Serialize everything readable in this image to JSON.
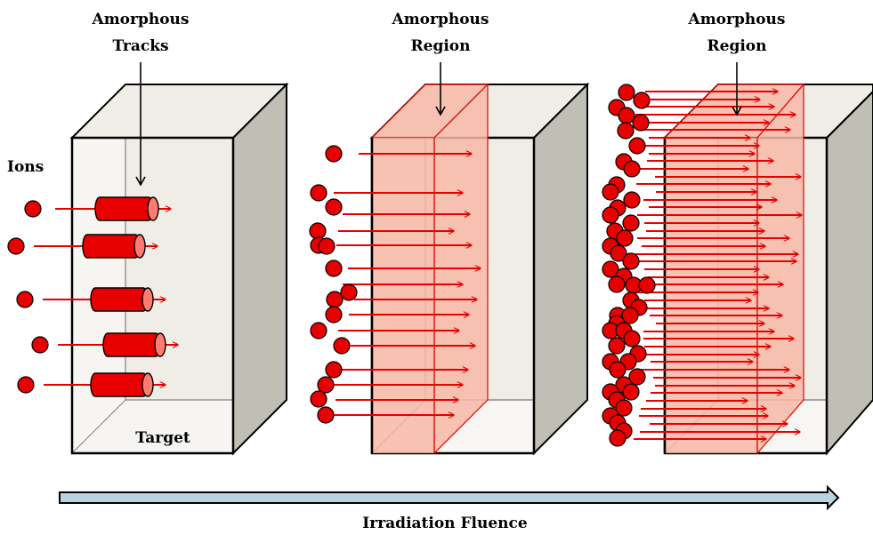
{
  "labels": {
    "panel1_line1": "Amorphous",
    "panel1_line2": "Tracks",
    "panel2_line1": "Amorphous",
    "panel2_line2": "Region",
    "panel3_line1": "Amorphous",
    "panel3_line2": "Region",
    "ions": "Ions",
    "target": "Target",
    "axis": "Irradiation Fluence"
  },
  "colors": {
    "ion": "#e60000",
    "ion_outline": "#000000",
    "arrow": "#e60000",
    "front_face": "#efede6",
    "side_face": "#c0bfb6",
    "amorphous_region": "#f7b8a6",
    "fluence_arrow": "#b8d2e0"
  }
}
